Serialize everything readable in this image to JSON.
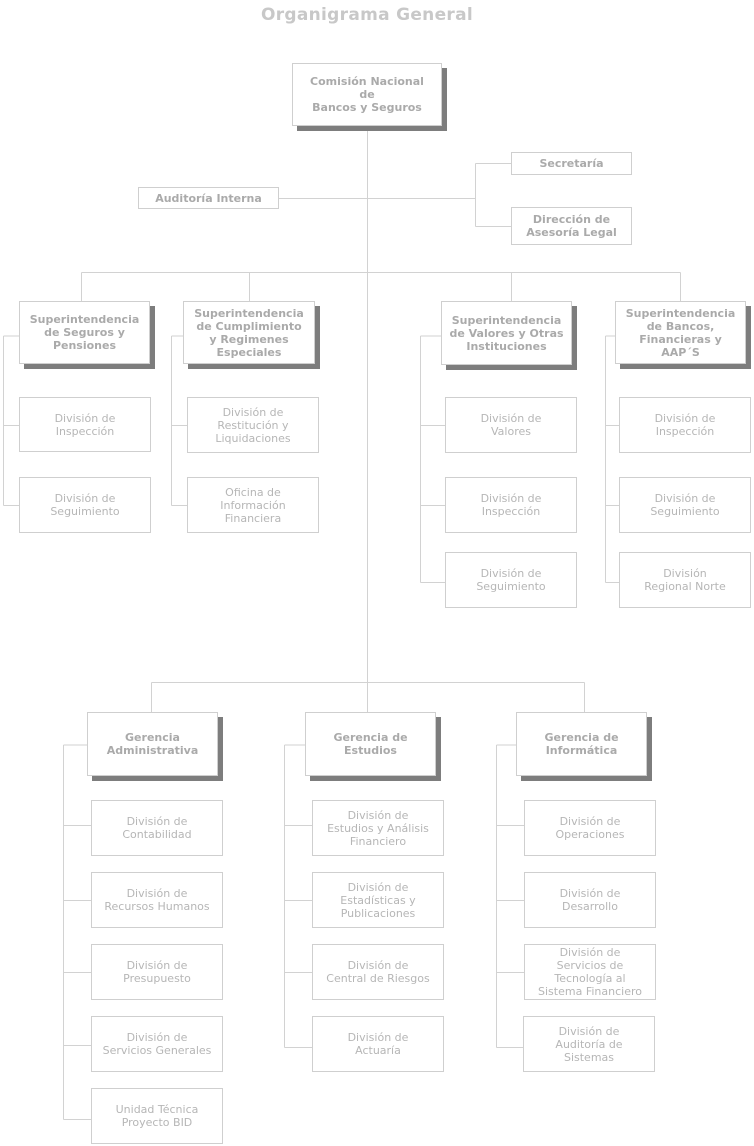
{
  "title": "Organigrama General",
  "root": "Comisión Nacional\nde\nBancos y Seguros",
  "staff": {
    "auditoria": "Auditoría Interna",
    "secretaria": "Secretaría",
    "legal": "Dirección de\nAsesoría Legal"
  },
  "superintendencias": [
    {
      "label": "Superintendencia\nde Seguros y\nPensiones",
      "divisions": [
        "División de\nInspección",
        "División de\nSeguimiento"
      ]
    },
    {
      "label": "Superintendencia\nde Cumplimiento\ny Regimenes\nEspeciales",
      "divisions": [
        "División de\nRestitución y\nLiquidaciones",
        "Oficina de\nInformación\nFinanciera"
      ]
    },
    {
      "label": "Superintendencia\nde Valores y Otras\nInstituciones",
      "divisions": [
        "División de\nValores",
        "División de\nInspección",
        "División de\nSeguimiento"
      ]
    },
    {
      "label": "Superintendencia\nde Bancos,\nFinancieras y\nAAP´S",
      "divisions": [
        "División de\nInspección",
        "División de\nSeguimiento",
        "División\nRegional Norte"
      ]
    }
  ],
  "gerencias": [
    {
      "label": "Gerencia\nAdministrativa",
      "divisions": [
        "División de\nContabilidad",
        "División de\nRecursos Humanos",
        "División de\nPresupuesto",
        "División de\nServicios Generales",
        "Unidad Técnica\nProyecto BID"
      ]
    },
    {
      "label": "Gerencia de\nEstudios",
      "divisions": [
        "División de\nEstudios y Análisis\nFinanciero",
        "División de\nEstadísticas y\nPublicaciones",
        "División de\nCentral de Riesgos",
        "División de\nActuaría"
      ]
    },
    {
      "label": "Gerencia de\nInformática",
      "divisions": [
        "División de\nOperaciones",
        "División de\nDesarrollo",
        "División de\nServicios de\nTecnología al\nSistema Financiero",
        "División de\nAuditoría de\nSistemas"
      ]
    }
  ]
}
